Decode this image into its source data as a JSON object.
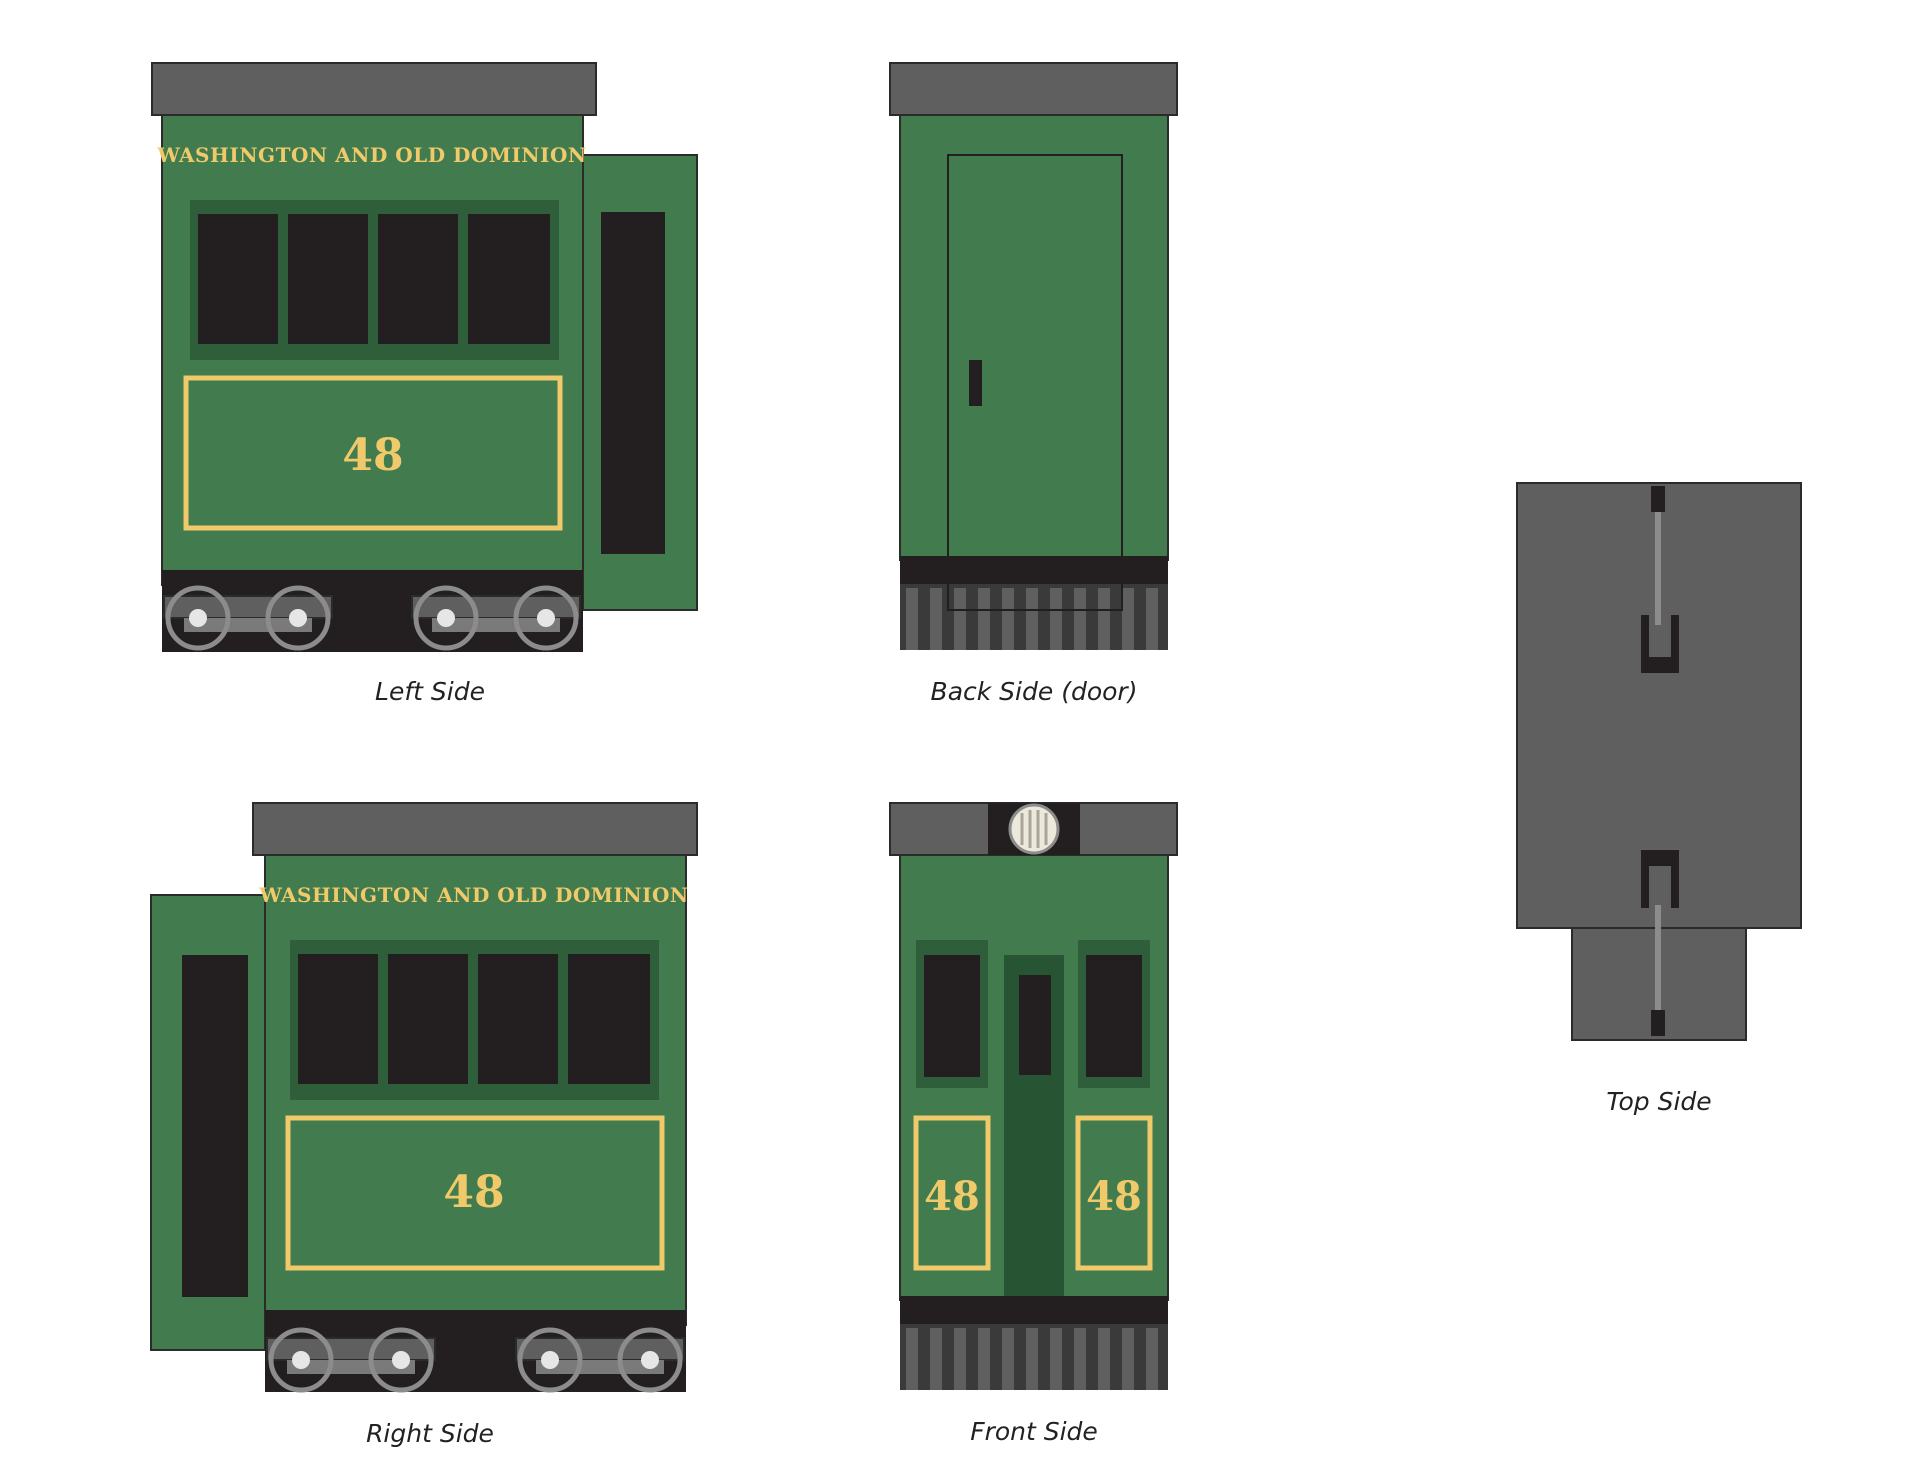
{
  "colors": {
    "body_green": "#427c4e",
    "dark_green": "#2f5f3a",
    "darker_green": "#275534",
    "roof_gray": "#5f5f5f",
    "window_black": "#231f20",
    "trim_gold": "#f0c96b",
    "outline": "#2b2b2b",
    "wheel_gray": "#8c8c8c"
  },
  "car": {
    "road_name": "WASHINGTON AND OLD DOMINION",
    "number": "48"
  },
  "views": {
    "left": {
      "caption": "Left Side"
    },
    "back": {
      "caption": "Back Side (door)"
    },
    "right": {
      "caption": "Right Side"
    },
    "front": {
      "caption": "Front Side"
    },
    "top": {
      "caption": "Top Side"
    }
  }
}
